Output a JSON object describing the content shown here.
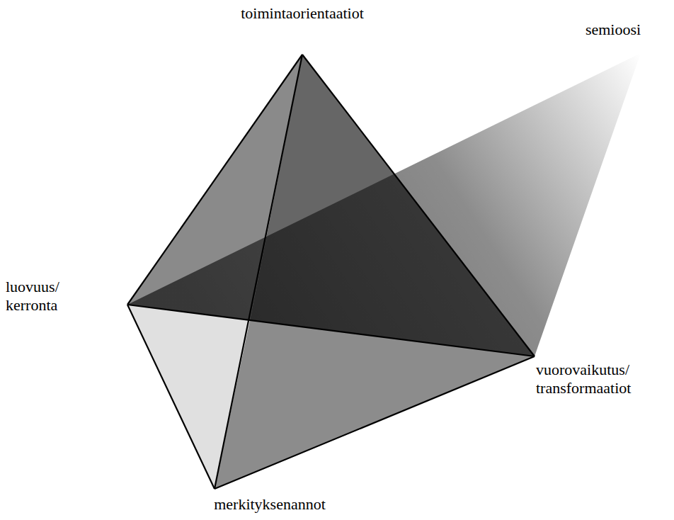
{
  "diagram": {
    "labels": [
      "toimintaorientaatiot",
      "semioosi",
      "luovuus/ kerronta",
      "vuorovaikutus/ transformaatiot",
      "merkityksenannot"
    ]
  }
}
